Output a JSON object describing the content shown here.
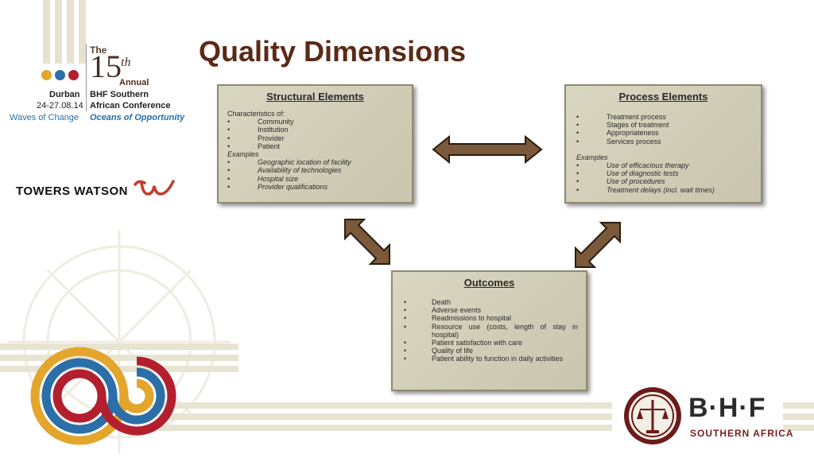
{
  "title": "Quality Dimensions",
  "conference": {
    "the": "The",
    "number": "15",
    "ordinal": "th",
    "annual": "Annual",
    "city": "Durban",
    "dates": "24-27.08.14",
    "org_line1": "BHF Southern",
    "org_line2": "African Conference",
    "tagline_left": "Waves of Change",
    "tagline_right": "Oceans of Opportunity"
  },
  "sponsor": {
    "name": "TOWERS WATSON"
  },
  "bhf_logo": {
    "letters": "B·H·F",
    "subtitle": "SOUTHERN AFRICA"
  },
  "structural": {
    "heading": "Structural Elements",
    "intro": "Characteristics of:",
    "items": [
      "Community",
      "Institution",
      "Provider",
      "Patient"
    ],
    "examples_label": "Examples",
    "examples": [
      "Geographic location of facility",
      "Availability of technologies",
      "Hospital size",
      "Provider qualifications"
    ]
  },
  "process": {
    "heading": "Process Elements",
    "items": [
      "Treatment process",
      "Stages of treatment",
      "Appropriateness",
      "Services process"
    ],
    "examples_label": "Examples",
    "examples": [
      "Use of efficacious therapy",
      "Use of diagnostic tests",
      "Use of procedures",
      "Treatment delays (incl. wait times)"
    ]
  },
  "outcomes": {
    "heading": "Outcomes",
    "items": [
      "Death",
      "Adverse events",
      "Readmissions to hospital",
      "Resource use (costs, length of stay in hospital)",
      "Patient satisfaction with care",
      "Quality of life",
      "Patient ability to function in daily activities"
    ]
  },
  "bullet": "•",
  "colors": {
    "title": "#5b2a17",
    "arrow": "#7a5a3a",
    "box": "#d2cfb9",
    "blue": "#2a6fa8",
    "red": "#b31f2e",
    "gold": "#e3a52b"
  }
}
